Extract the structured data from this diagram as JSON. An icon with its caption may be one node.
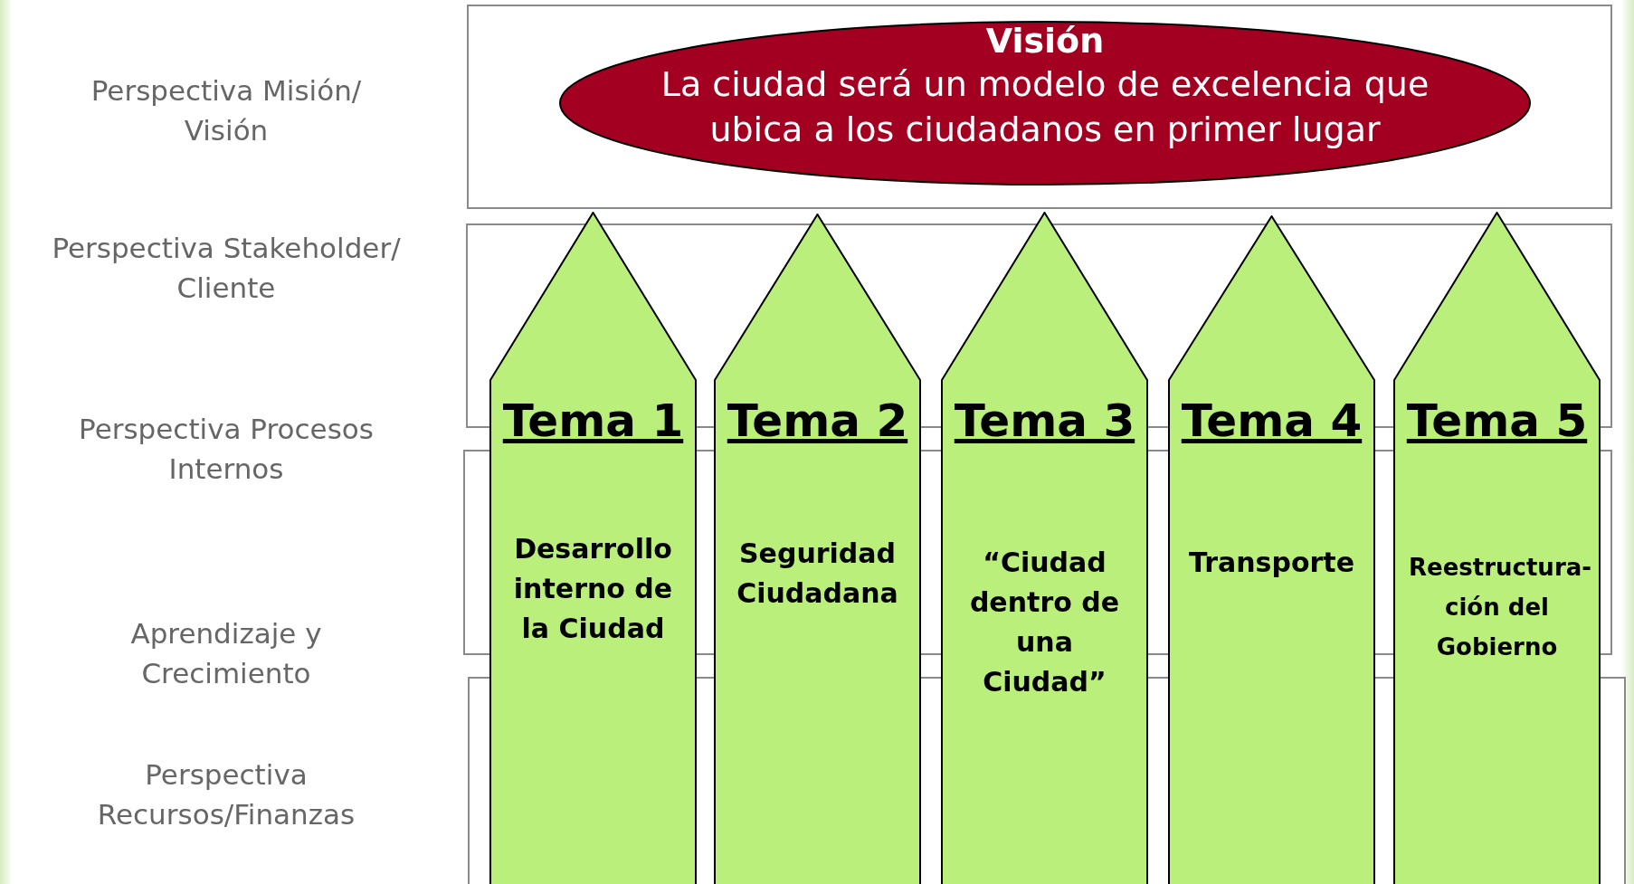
{
  "diagram": {
    "nodes": [
      {
        "text": [
          "Visión",
          "La ciudad será un modelo de excelencia que ubica a los ciudadanos en primer lugar"
        ]
      },
      {
        "text": [
          "Tema 1",
          "Desarrollo interno de la Ciudad"
        ]
      },
      {
        "text": [
          "Tema 2",
          "Seguridad Ciudadana"
        ]
      },
      {
        "text": [
          "Tema 3",
          "“Ciudad dentro de una Ciudad”"
        ]
      },
      {
        "text": [
          "Tema 4",
          "Transporte"
        ]
      },
      {
        "text": [
          "Tema 5",
          "Reestructura-ción del Gobierno"
        ]
      }
    ],
    "labels": [
      "Perspectiva Misión/ Visión",
      "Perspectiva Stakeholder/ Cliente",
      "Perspectiva Procesos Internos",
      "Aprendizaje y Crecimiento",
      "Perspectiva Recursos/Finanzas"
    ]
  }
}
